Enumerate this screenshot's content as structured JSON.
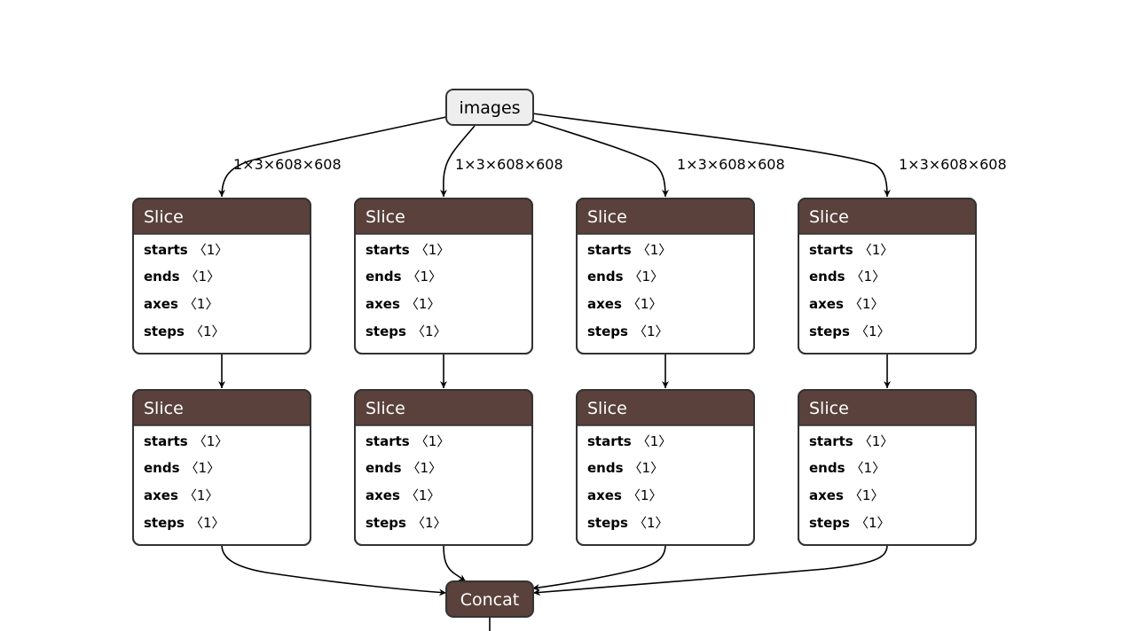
{
  "input": {
    "label": "images"
  },
  "edge_labels": [
    "1×3×608×608",
    "1×3×608×608",
    "1×3×608×608",
    "1×3×608×608"
  ],
  "columns": [
    {
      "slice_a": {
        "title": "Slice",
        "attributes": [
          {
            "name": "starts",
            "value": "〈1〉"
          },
          {
            "name": "ends",
            "value": "〈1〉"
          },
          {
            "name": "axes",
            "value": "〈1〉"
          },
          {
            "name": "steps",
            "value": "〈1〉"
          }
        ]
      },
      "slice_b": {
        "title": "Slice",
        "attributes": [
          {
            "name": "starts",
            "value": "〈1〉"
          },
          {
            "name": "ends",
            "value": "〈1〉"
          },
          {
            "name": "axes",
            "value": "〈1〉"
          },
          {
            "name": "steps",
            "value": "〈1〉"
          }
        ]
      }
    },
    {
      "slice_a": {
        "title": "Slice",
        "attributes": [
          {
            "name": "starts",
            "value": "〈1〉"
          },
          {
            "name": "ends",
            "value": "〈1〉"
          },
          {
            "name": "axes",
            "value": "〈1〉"
          },
          {
            "name": "steps",
            "value": "〈1〉"
          }
        ]
      },
      "slice_b": {
        "title": "Slice",
        "attributes": [
          {
            "name": "starts",
            "value": "〈1〉"
          },
          {
            "name": "ends",
            "value": "〈1〉"
          },
          {
            "name": "axes",
            "value": "〈1〉"
          },
          {
            "name": "steps",
            "value": "〈1〉"
          }
        ]
      }
    },
    {
      "slice_a": {
        "title": "Slice",
        "attributes": [
          {
            "name": "starts",
            "value": "〈1〉"
          },
          {
            "name": "ends",
            "value": "〈1〉"
          },
          {
            "name": "axes",
            "value": "〈1〉"
          },
          {
            "name": "steps",
            "value": "〈1〉"
          }
        ]
      },
      "slice_b": {
        "title": "Slice",
        "attributes": [
          {
            "name": "starts",
            "value": "〈1〉"
          },
          {
            "name": "ends",
            "value": "〈1〉"
          },
          {
            "name": "axes",
            "value": "〈1〉"
          },
          {
            "name": "steps",
            "value": "〈1〉"
          }
        ]
      }
    },
    {
      "slice_a": {
        "title": "Slice",
        "attributes": [
          {
            "name": "starts",
            "value": "〈1〉"
          },
          {
            "name": "ends",
            "value": "〈1〉"
          },
          {
            "name": "axes",
            "value": "〈1〉"
          },
          {
            "name": "steps",
            "value": "〈1〉"
          }
        ]
      },
      "slice_b": {
        "title": "Slice",
        "attributes": [
          {
            "name": "starts",
            "value": "〈1〉"
          },
          {
            "name": "ends",
            "value": "〈1〉"
          },
          {
            "name": "axes",
            "value": "〈1〉"
          },
          {
            "name": "steps",
            "value": "〈1〉"
          }
        ]
      }
    }
  ],
  "output": {
    "label": "Concat"
  },
  "colors": {
    "node_header": "#5a413b",
    "input_fill": "#eeeeee",
    "border": "#333333"
  }
}
